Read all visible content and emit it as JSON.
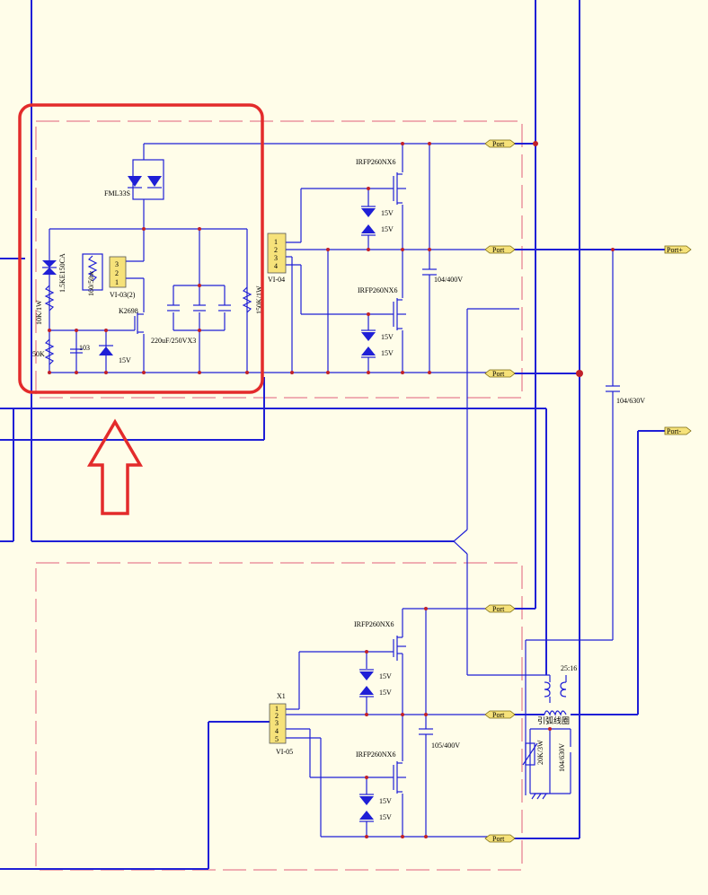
{
  "components": {
    "diode_pair_top": "FML33S",
    "tvs": "1.5KE150CA",
    "res_10k": "10K/1W",
    "res_50k": "50K",
    "cap_103": "103",
    "zener_15v": "15V",
    "res_160": "160/50w",
    "vi03": "VI-03(2)",
    "k2698": "K2698",
    "cap_220u": "220uF/250VX3",
    "res_150k": "150K/1W",
    "vi04": "VI-04",
    "mosfet": "IRFP260NX6",
    "zener": "15V",
    "cap_104_400": "104/400V",
    "cap_104_630": "104/630V",
    "x1": "X1",
    "vi05": "VI-05",
    "cap_105_400": "105/400V",
    "ratio": "25:16",
    "coil_label": "引弧线圈",
    "r_20k": "20K/3W",
    "c_104_630b": "104/630V"
  },
  "ports": {
    "port": "Port",
    "port_plus": "Port+",
    "port_minus": "Port-"
  },
  "pins": {
    "p1": "1",
    "p2": "2",
    "p3": "3",
    "p4": "4",
    "p5": "5"
  }
}
